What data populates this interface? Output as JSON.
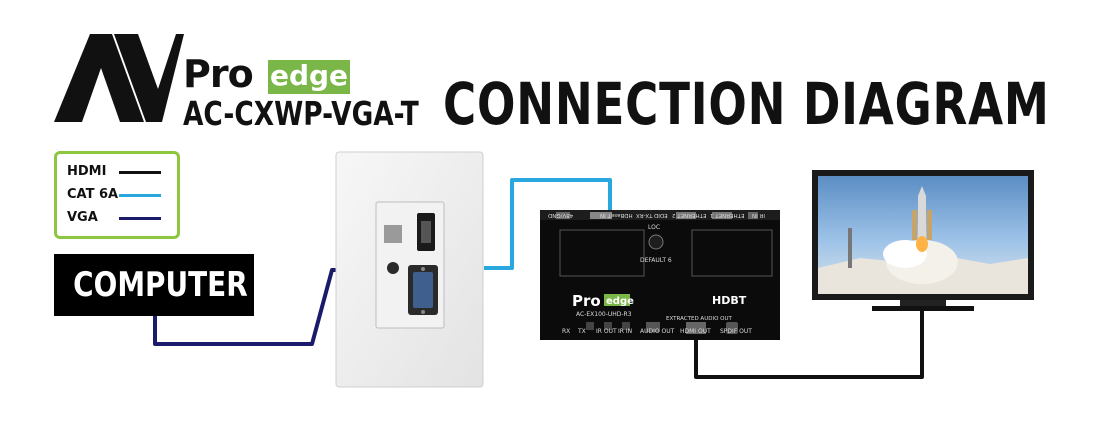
{
  "brand": {
    "logo_av": "AV",
    "logo_pro": "Pro",
    "logo_edge": "edge",
    "model": "AC-CXWP-VGA-T"
  },
  "title": "CONNECTION DIAGRAM",
  "legend": {
    "items": [
      {
        "label": "HDMI",
        "color": "#111111"
      },
      {
        "label": "CAT 6A",
        "color": "#29a8e0"
      },
      {
        "label": "VGA",
        "color": "#1b1b6b"
      }
    ]
  },
  "source": {
    "label": "COMPUTER"
  },
  "extender": {
    "top_ports": [
      "48V/GND",
      "HDBaseT IN",
      "TX-RX",
      "EDID",
      "ETHERNET 2",
      "ETHERNET 1",
      "IR IN"
    ],
    "edid_sub": "LOC",
    "default_label": "DEFAULT 6",
    "brand_pro": "Pro",
    "brand_edge": "edge",
    "model": "AC-EX100-UHD-R3",
    "hdbt": "HDBT",
    "extracted_audio": "EXTRACTED AUDIO OUT",
    "bottom_ports": [
      "RX",
      "TX",
      "IR OUT",
      "IR IN",
      "AUDIO OUT",
      "HDMI OUT",
      "SPDIF OUT"
    ]
  },
  "colors": {
    "hdmi": "#111111",
    "cat6a": "#29a8e0",
    "vga": "#1b1b6b",
    "accent_green": "#8dc63f"
  }
}
